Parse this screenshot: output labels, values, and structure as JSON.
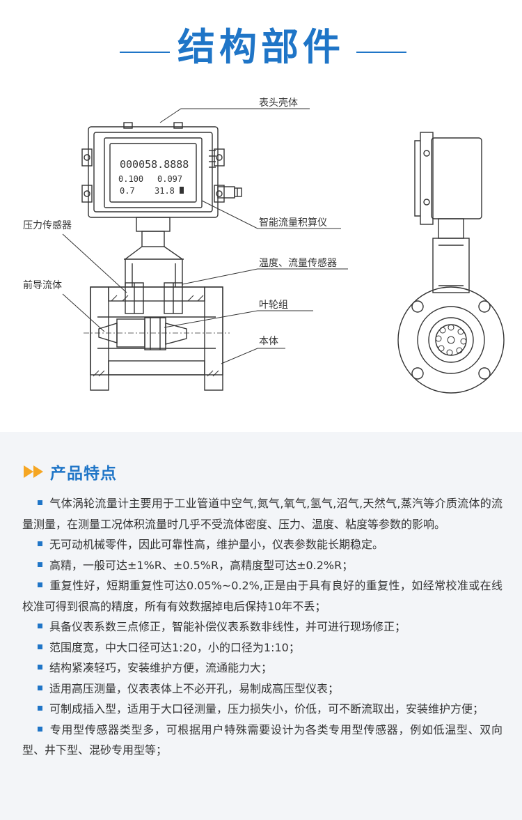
{
  "header": {
    "title": "结构部件"
  },
  "diagram": {
    "labels": {
      "housing": "表头壳体",
      "computer": "智能流量积算仪",
      "pressure_sensor": "压力传感器",
      "temp_flow_sensor": "温度、流量传感器",
      "front_guide": "前导流体",
      "impeller": "叶轮组",
      "body": "本体"
    },
    "display": {
      "line1": "000058.8888",
      "line2_left": "0.100",
      "line2_right": "0.097",
      "line3_left": "0.7",
      "line3_right": "31.8"
    }
  },
  "features": {
    "title": "产品特点",
    "items": [
      "气体涡轮流量计主要用于工业管道中空气,氮气,氧气,氢气,沼气,天然气,蒸汽等介质流体的流量测量，在测量工况体积流量时几乎不受流体密度、压力、温度、粘度等参数的影响。",
      "无可动机械零件，因此可靠性高，维护量小，仪表参数能长期稳定。",
      "高精，一般可达±1%R、±0.5%R，高精度型可达±0.2%R；",
      "重复性好，短期重复性可达0.05%~0.2%,正是由于具有良好的重复性，如经常校准或在线校准可得到很高的精度，所有有效数据掉电后保持10年不丢；",
      "具备仪表系数三点修正，智能补偿仪表系数非线性，并可进行现场修正；",
      "范围度宽，中大口径可达1:20，小的口径为1:10；",
      "结构紧凑轻巧，安装维护方便，流通能力大；",
      "适用高压测量，仪表表体上不必开孔，易制成高压型仪表；",
      "可制成插入型，适用于大口径测量，压力损失小，价低，可不断流取出，安装维护方便；",
      "专用型传感器类型多，可根据用户特殊需要设计为各类专用型传感器，例如低温型、双向型、井下型、混砂专用型等；"
    ]
  },
  "colors": {
    "accent": "#1f75c7",
    "panel_bg": "#f3f5f8",
    "text": "#333333",
    "drawing": "#333333"
  },
  "icons": {
    "title_arrows": "double-arrow-right-icon",
    "bullet": "square-bullet-icon"
  }
}
